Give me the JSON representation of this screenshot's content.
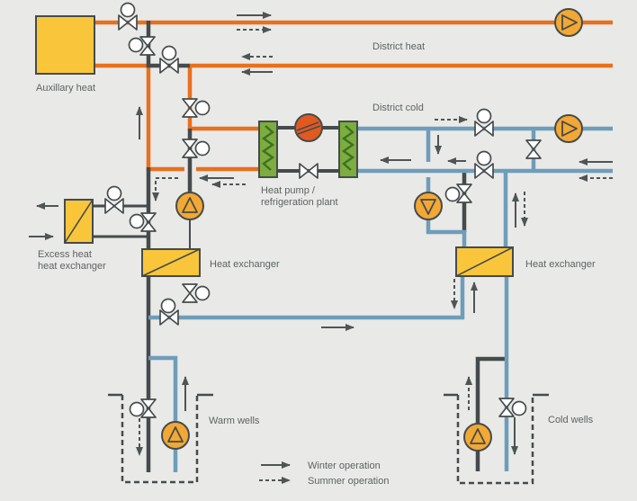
{
  "diagram": {
    "labels": {
      "auxiliary_heat": "Auxillary heat",
      "district_heat": "District heat",
      "district_cold": "District cold",
      "heat_pump_1": "Heat pump /",
      "heat_pump_2": "refrigeration plant",
      "excess_heat_1": "Excess heat",
      "excess_heat_2": "heat exchanger",
      "heat_exchanger_left": "Heat exchanger",
      "heat_exchanger_right": "Heat exchanger",
      "warm_wells": "Warm wells",
      "cold_wells": "Cold wells"
    },
    "legend": {
      "winter": "Winter operation",
      "summer": "Summer operation"
    },
    "colors": {
      "background": "#E9E9E7",
      "district_heat_pipe": "#E8701E",
      "district_cold_pipe": "#6E9DB9",
      "well_water_pipe": "#454B4C",
      "arrow": "#4E5554",
      "component_yellow": "#F9C63B",
      "pump_fill": "#F2A834",
      "compressor_fill": "#E2591F",
      "evaporator_green": "#7CAD3E",
      "coil_green": "#3E7023",
      "valve_fill": "#FFFFFF",
      "text": "#5C6362"
    },
    "icons": {
      "pump-icon": "circle with direction triangle",
      "valve-icon": "bowtie with actuator circle",
      "expansion-valve-icon": "bowtie",
      "compressor-icon": "orange circle with seam lines",
      "heat-exchanger-icon": "yellow rectangle with diagonal",
      "evaporator-coil-icon": "green rectangle with zigzag coil",
      "well-icon": "dashed U-shaped outline"
    }
  }
}
